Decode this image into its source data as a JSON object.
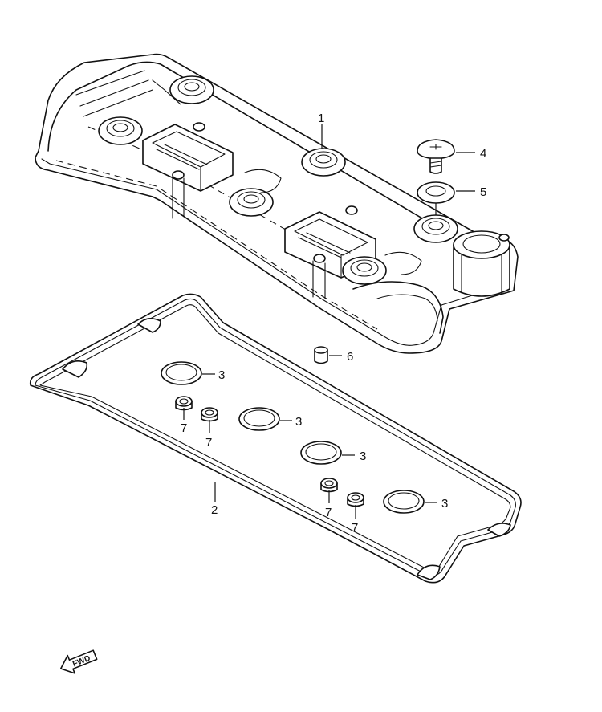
{
  "callouts": {
    "c1": "1",
    "c2": "2",
    "c3a": "3",
    "c3b": "3",
    "c3c": "3",
    "c3d": "3",
    "c4": "4",
    "c5": "5",
    "c6": "6",
    "c7a": "7",
    "c7b": "7",
    "c7c": "7",
    "c7d": "7"
  },
  "fwd_label": "FWD",
  "colors": {
    "line": "#111111",
    "background": "#ffffff"
  }
}
